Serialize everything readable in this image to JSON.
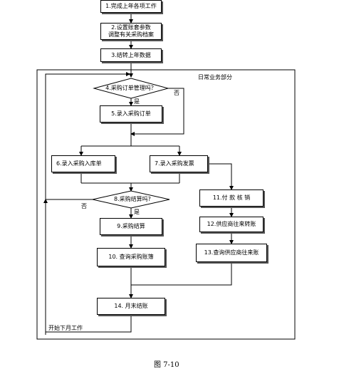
{
  "steps": {
    "s1": "1.完成上年各项工作",
    "s2": "2.设置账套参数\n调整有关采购档案",
    "s3": "3.结转上年数据",
    "s4": "4.采购订单管理吗？",
    "s5": "5.录入采购订单",
    "s6": "6.录入采购入库单",
    "s7": "7.录入采购发票",
    "s8": "8.采购结算吗?",
    "s9": "9.采购结算",
    "s10": "10. 查询采购账簿",
    "s11": "11.付 款 核 销",
    "s12": "12.供应商往来转账",
    "s13": "13.查询供应商往来账",
    "s14": "14. 月末结账"
  },
  "labels": {
    "daily": "日常业务部分",
    "yes4": "是",
    "no4": "否",
    "yes8": "是",
    "no8": "否",
    "next_month": "开始下月工作"
  },
  "caption": "图 7-10"
}
